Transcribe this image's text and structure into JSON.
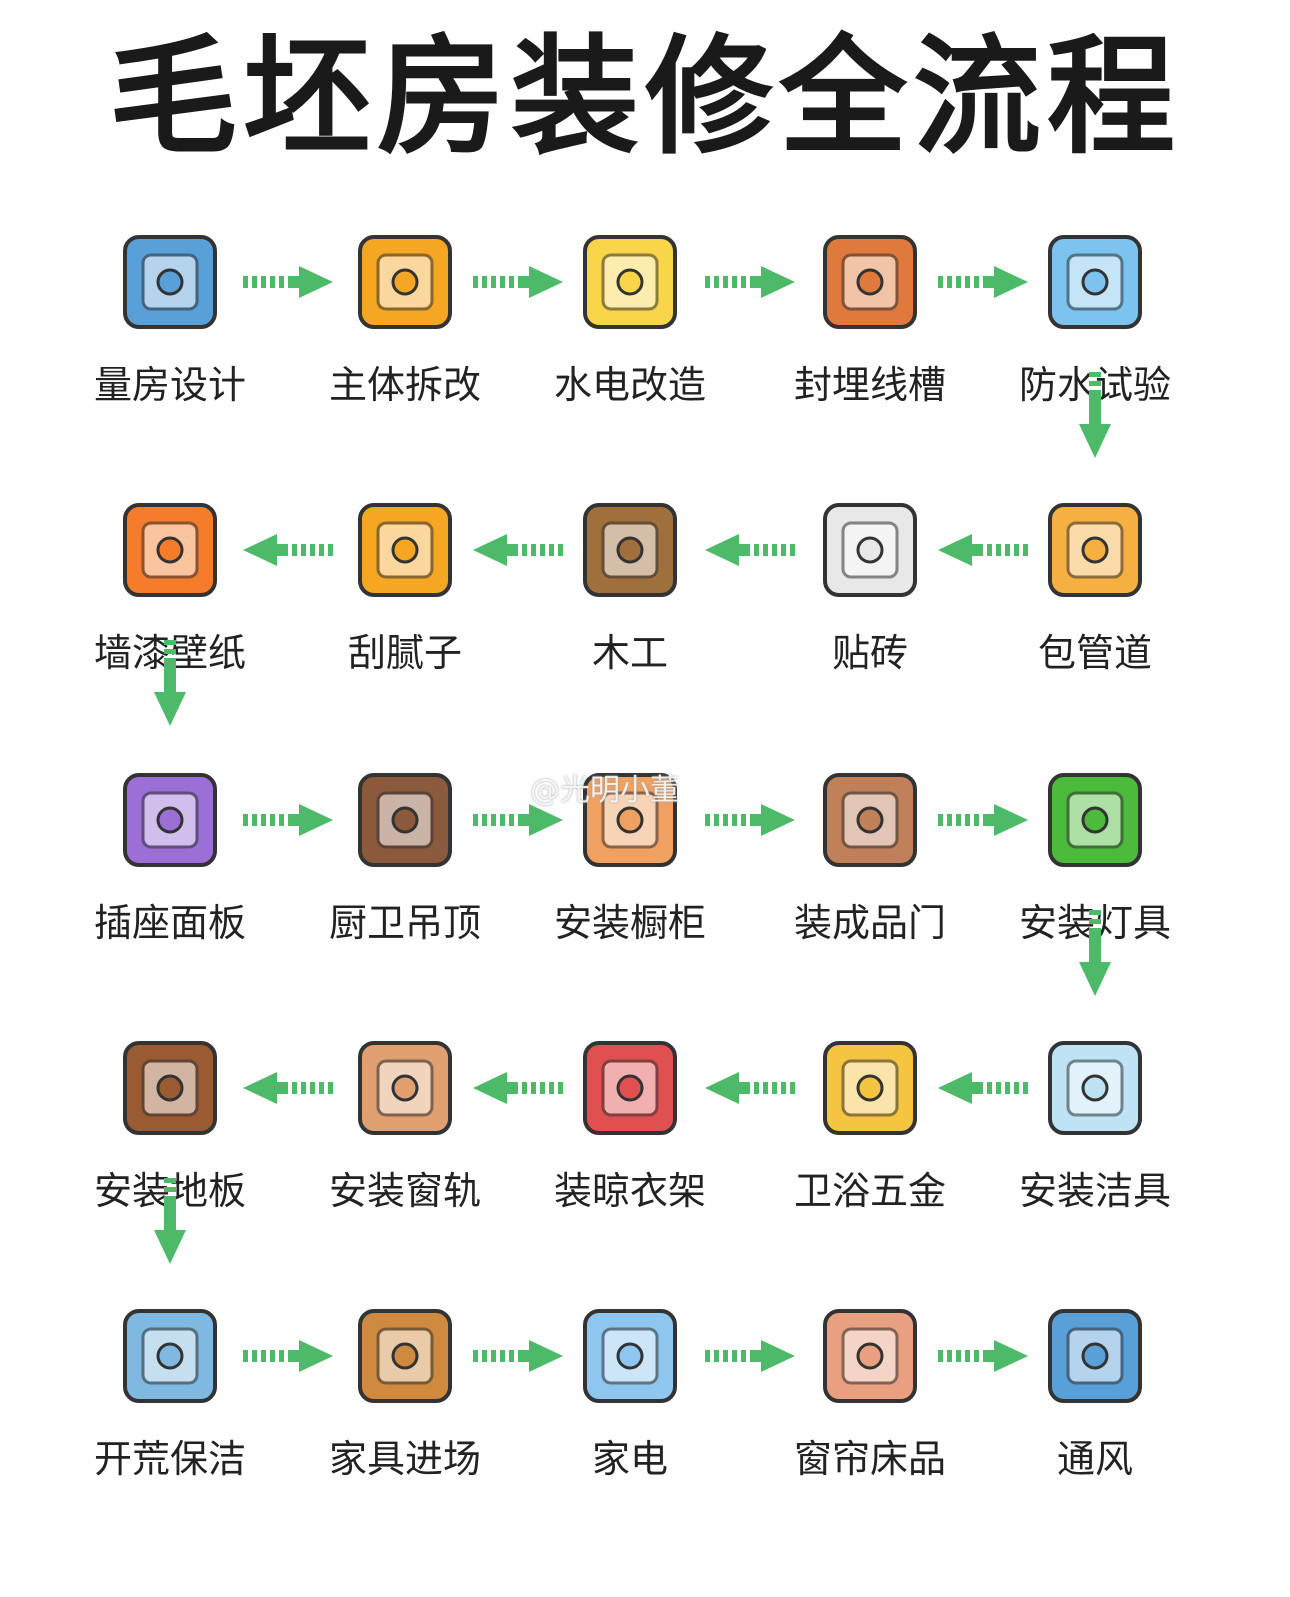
{
  "title": "毛坯房装修全流程",
  "watermark": "@光明小董",
  "arrow_color": "#4cba68",
  "steps": [
    {
      "label": "量房设计",
      "icon": "blueprint-icon",
      "color": "#5aa0d8"
    },
    {
      "label": "主体拆改",
      "icon": "drill-icon",
      "color": "#f5a623"
    },
    {
      "label": "水电改造",
      "icon": "light-bulb-icon",
      "color": "#f9d54a"
    },
    {
      "label": "封埋线槽",
      "icon": "shovel-icon",
      "color": "#e07a3c"
    },
    {
      "label": "防水试验",
      "icon": "water-drops-icon",
      "color": "#7cc3f0"
    },
    {
      "label": "包管道",
      "icon": "plumber-icon",
      "color": "#f5b041"
    },
    {
      "label": "贴砖",
      "icon": "tiles-icon",
      "color": "#e8e8e8"
    },
    {
      "label": "木工",
      "icon": "carpenter-icon",
      "color": "#a0703c"
    },
    {
      "label": "刮腻子",
      "icon": "paint-roller-icon",
      "color": "#f5a623"
    },
    {
      "label": "墙漆壁纸",
      "icon": "paint-bucket-icon",
      "color": "#f57c2b"
    },
    {
      "label": "插座面板",
      "icon": "socket-icon",
      "color": "#9b6fd6"
    },
    {
      "label": "厨卫吊顶",
      "icon": "ladder-worker-icon",
      "color": "#8b5a3c"
    },
    {
      "label": "安装橱柜",
      "icon": "cabinet-icon",
      "color": "#f0a060"
    },
    {
      "label": "装成品门",
      "icon": "door-icon",
      "color": "#c0805a"
    },
    {
      "label": "安装灯具",
      "icon": "chandelier-icon",
      "color": "#4cba3a"
    },
    {
      "label": "安装洁具",
      "icon": "toilet-icon",
      "color": "#bfe3f5"
    },
    {
      "label": "卫浴五金",
      "icon": "faucet-icon",
      "color": "#f5c542"
    },
    {
      "label": "装晾衣架",
      "icon": "clothes-rack-icon",
      "color": "#e05050"
    },
    {
      "label": "安装窗轨",
      "icon": "window-icon",
      "color": "#e0a070"
    },
    {
      "label": "安装地板",
      "icon": "parquet-floor-icon",
      "color": "#9a5a32"
    },
    {
      "label": "开荒保洁",
      "icon": "cleaner-icon",
      "color": "#7fb8e0"
    },
    {
      "label": "家具进场",
      "icon": "wardrobe-icon",
      "color": "#d08a40"
    },
    {
      "label": "家电",
      "icon": "refrigerator-icon",
      "color": "#8ec6f0"
    },
    {
      "label": "窗帘床品",
      "icon": "bed-icon",
      "color": "#e8a080"
    },
    {
      "label": "通风",
      "icon": "ventilation-icon",
      "color": "#5aa0d8"
    }
  ]
}
